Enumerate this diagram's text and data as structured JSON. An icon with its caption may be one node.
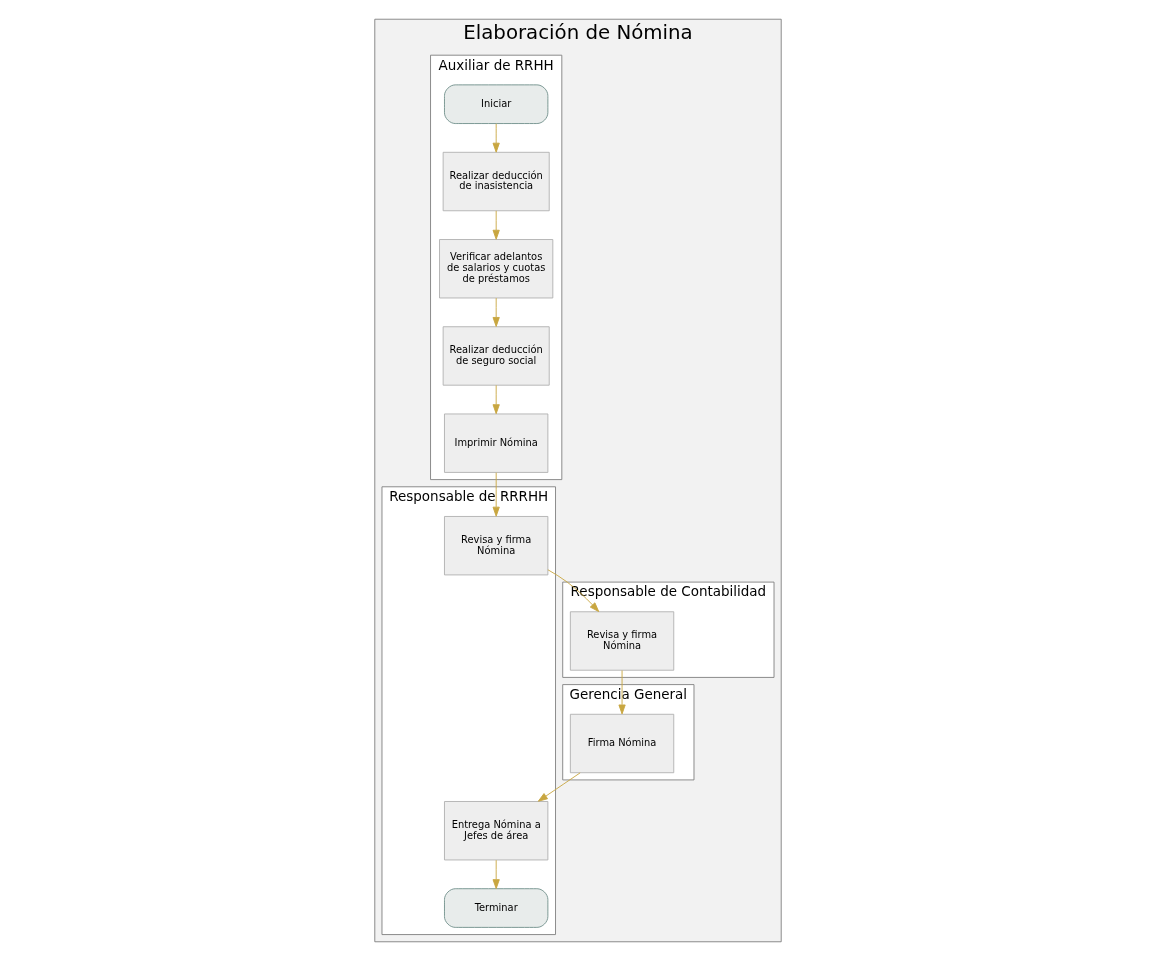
{
  "diagram": {
    "nodes": [
      {
        "text": [
          "Elaboración de Nómina"
        ]
      },
      {
        "text": [
          "Auxiliar de RRHH"
        ],
        "in": 0
      },
      {
        "text": [
          "Responsable de RRRHH"
        ],
        "in": 0
      },
      {
        "text": [
          "Responsable de Contabilidad"
        ],
        "in": 0
      },
      {
        "text": [
          "Gerencia General"
        ],
        "in": 0
      },
      {
        "text": [
          "Iniciar"
        ],
        "in": 1
      },
      {
        "text": [
          "Realizar deducción de inasistencia"
        ],
        "in": 1
      },
      {
        "text": [
          "Verificar adelantos de salarios y cuotas de préstamos"
        ],
        "in": 1
      },
      {
        "text": [
          "Realizar deducción de seguro social"
        ],
        "in": 1
      },
      {
        "text": [
          "Imprimir Nómina"
        ],
        "in": 1
      },
      {
        "text": [
          "Revisa y firma Nómina"
        ],
        "in": 2
      },
      {
        "text": [
          "Entrega Nómina a Jefes de área"
        ],
        "in": 2
      },
      {
        "text": [
          "Terminar"
        ],
        "in": 2
      },
      {
        "text": [
          "Revisa y firma Nómina"
        ],
        "in": 3
      },
      {
        "text": [
          "Firma Nómina"
        ],
        "in": 4
      }
    ],
    "edges": [
      {
        "from": 5,
        "to": 6,
        "arrow": "to"
      },
      {
        "from": 6,
        "to": 7,
        "arrow": "to"
      },
      {
        "from": 7,
        "to": 8,
        "arrow": "to"
      },
      {
        "from": 8,
        "to": 9,
        "arrow": "to"
      },
      {
        "from": 9,
        "to": 10,
        "arrow": "to"
      },
      {
        "from": 10,
        "to": 13,
        "arrow": "to"
      },
      {
        "from": 13,
        "to": 14,
        "arrow": "to"
      },
      {
        "from": 14,
        "to": 11,
        "arrow": "to"
      },
      {
        "from": 11,
        "to": 12,
        "arrow": "to"
      }
    ]
  }
}
